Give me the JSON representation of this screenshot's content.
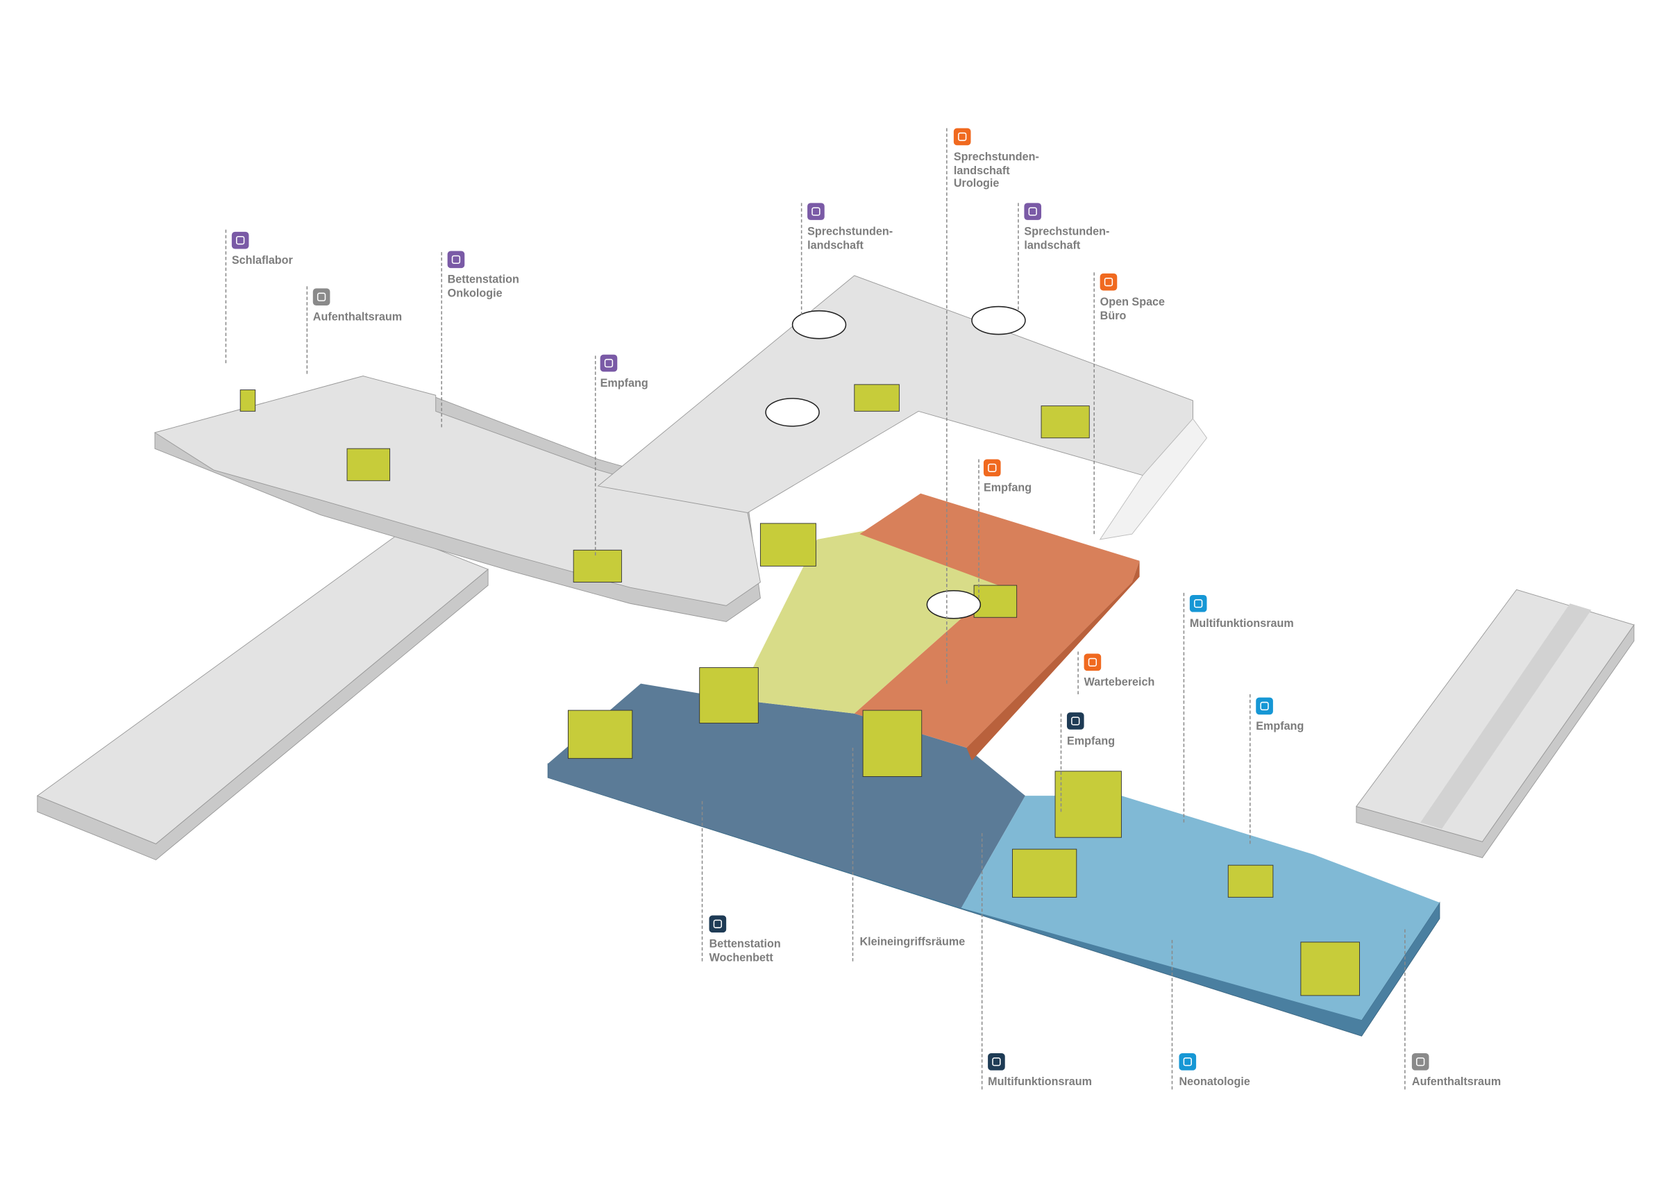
{
  "colors": {
    "purple": "#7a5aa6",
    "orange": "#f0691f",
    "navy": "#1e3b55",
    "cyan": "#1697d5",
    "gray": "#8a8a8a",
    "floor_gray": "#e2e2e2",
    "floor_yellow": "#d8dc88",
    "floor_orange": "#d8805a",
    "floor_darkblue": "#5b7b97",
    "floor_lightblue": "#80b9d5"
  },
  "labels": [
    {
      "id": "schlaflabor",
      "icon": "purple",
      "lines": [
        "Schlaflabor"
      ]
    },
    {
      "id": "aufenthaltsraum-top",
      "icon": "gray",
      "lines": [
        "Aufenthaltsraum"
      ]
    },
    {
      "id": "bettenstation-onkologie",
      "icon": "purple",
      "lines": [
        "Bettenstation",
        "Onkologie"
      ]
    },
    {
      "id": "empfang-purple",
      "icon": "purple",
      "lines": [
        "Empfang"
      ]
    },
    {
      "id": "sprechstunden-left",
      "icon": "purple",
      "lines": [
        "Sprechstunden-",
        "landschaft"
      ]
    },
    {
      "id": "sprechstunden-urologie",
      "icon": "orange",
      "lines": [
        "Sprechstunden-",
        "landschaft",
        "Urologie"
      ]
    },
    {
      "id": "sprechstunden-right",
      "icon": "purple",
      "lines": [
        "Sprechstunden-",
        "landschaft"
      ]
    },
    {
      "id": "open-space-buero",
      "icon": "orange",
      "lines": [
        "Open Space",
        "Büro"
      ]
    },
    {
      "id": "empfang-orange",
      "icon": "orange",
      "lines": [
        "Empfang"
      ]
    },
    {
      "id": "multifunktionsraum-cyan",
      "icon": "cyan",
      "lines": [
        "Multifunktionsraum"
      ]
    },
    {
      "id": "wartebereich",
      "icon": "orange",
      "lines": [
        "Wartebereich"
      ]
    },
    {
      "id": "empfang-navy",
      "icon": "navy",
      "lines": [
        "Empfang"
      ]
    },
    {
      "id": "empfang-cyan",
      "icon": "cyan",
      "lines": [
        "Empfang"
      ]
    },
    {
      "id": "bettenstation-wochenbett",
      "icon": "navy",
      "lines": [
        "Bettenstation",
        "Wochenbett"
      ]
    },
    {
      "id": "kleineingriffsraeume",
      "icon": "",
      "lines": [
        "Kleineingriffsräume"
      ]
    },
    {
      "id": "multifunktionsraum-navy",
      "icon": "navy",
      "lines": [
        "Multifunktionsraum"
      ]
    },
    {
      "id": "neonatologie",
      "icon": "cyan",
      "lines": [
        "Neonatologie"
      ]
    },
    {
      "id": "aufenthaltsraum-bottom",
      "icon": "gray",
      "lines": [
        "Aufenthaltsraum"
      ]
    }
  ]
}
